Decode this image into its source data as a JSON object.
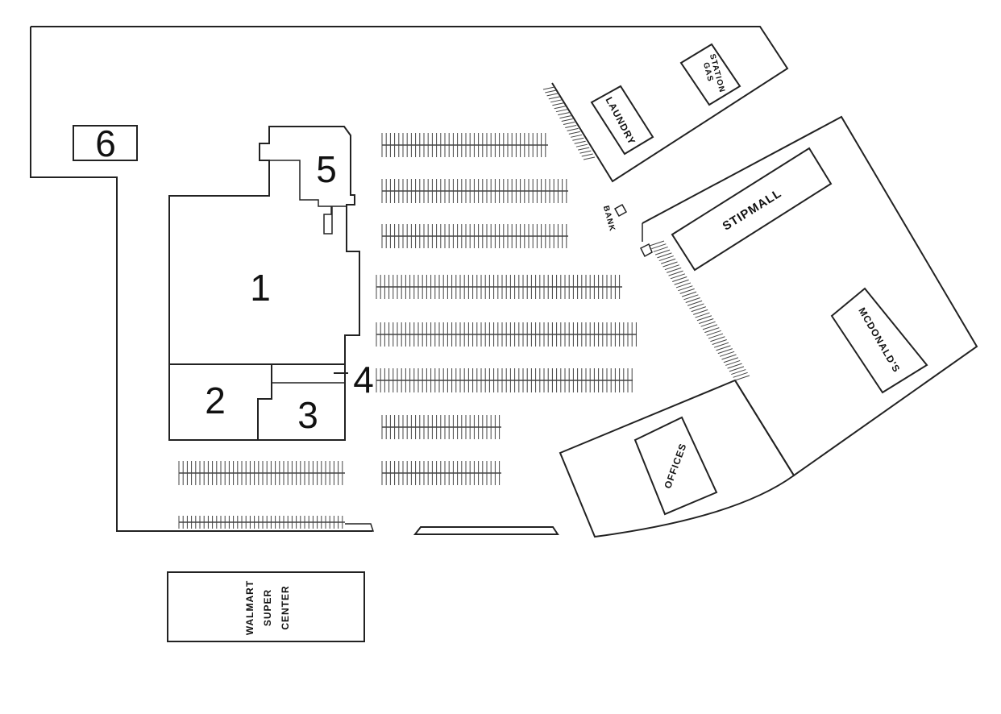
{
  "map": {
    "lots": {
      "one": "1",
      "two": "2",
      "three": "3",
      "four": "4",
      "five": "5",
      "six": "6"
    },
    "buildings": {
      "laundry": "LAUNDRY",
      "gas_line1": "GAS",
      "gas_line2": "STATION",
      "bank": "BANK",
      "stipmall": "STIPMALL",
      "mcdonalds": "MCDONALD'S",
      "offices": "OFFICES",
      "walmart_line1": "WALMART",
      "walmart_line2": "SUPER",
      "walmart_line3": "CENTER"
    }
  }
}
